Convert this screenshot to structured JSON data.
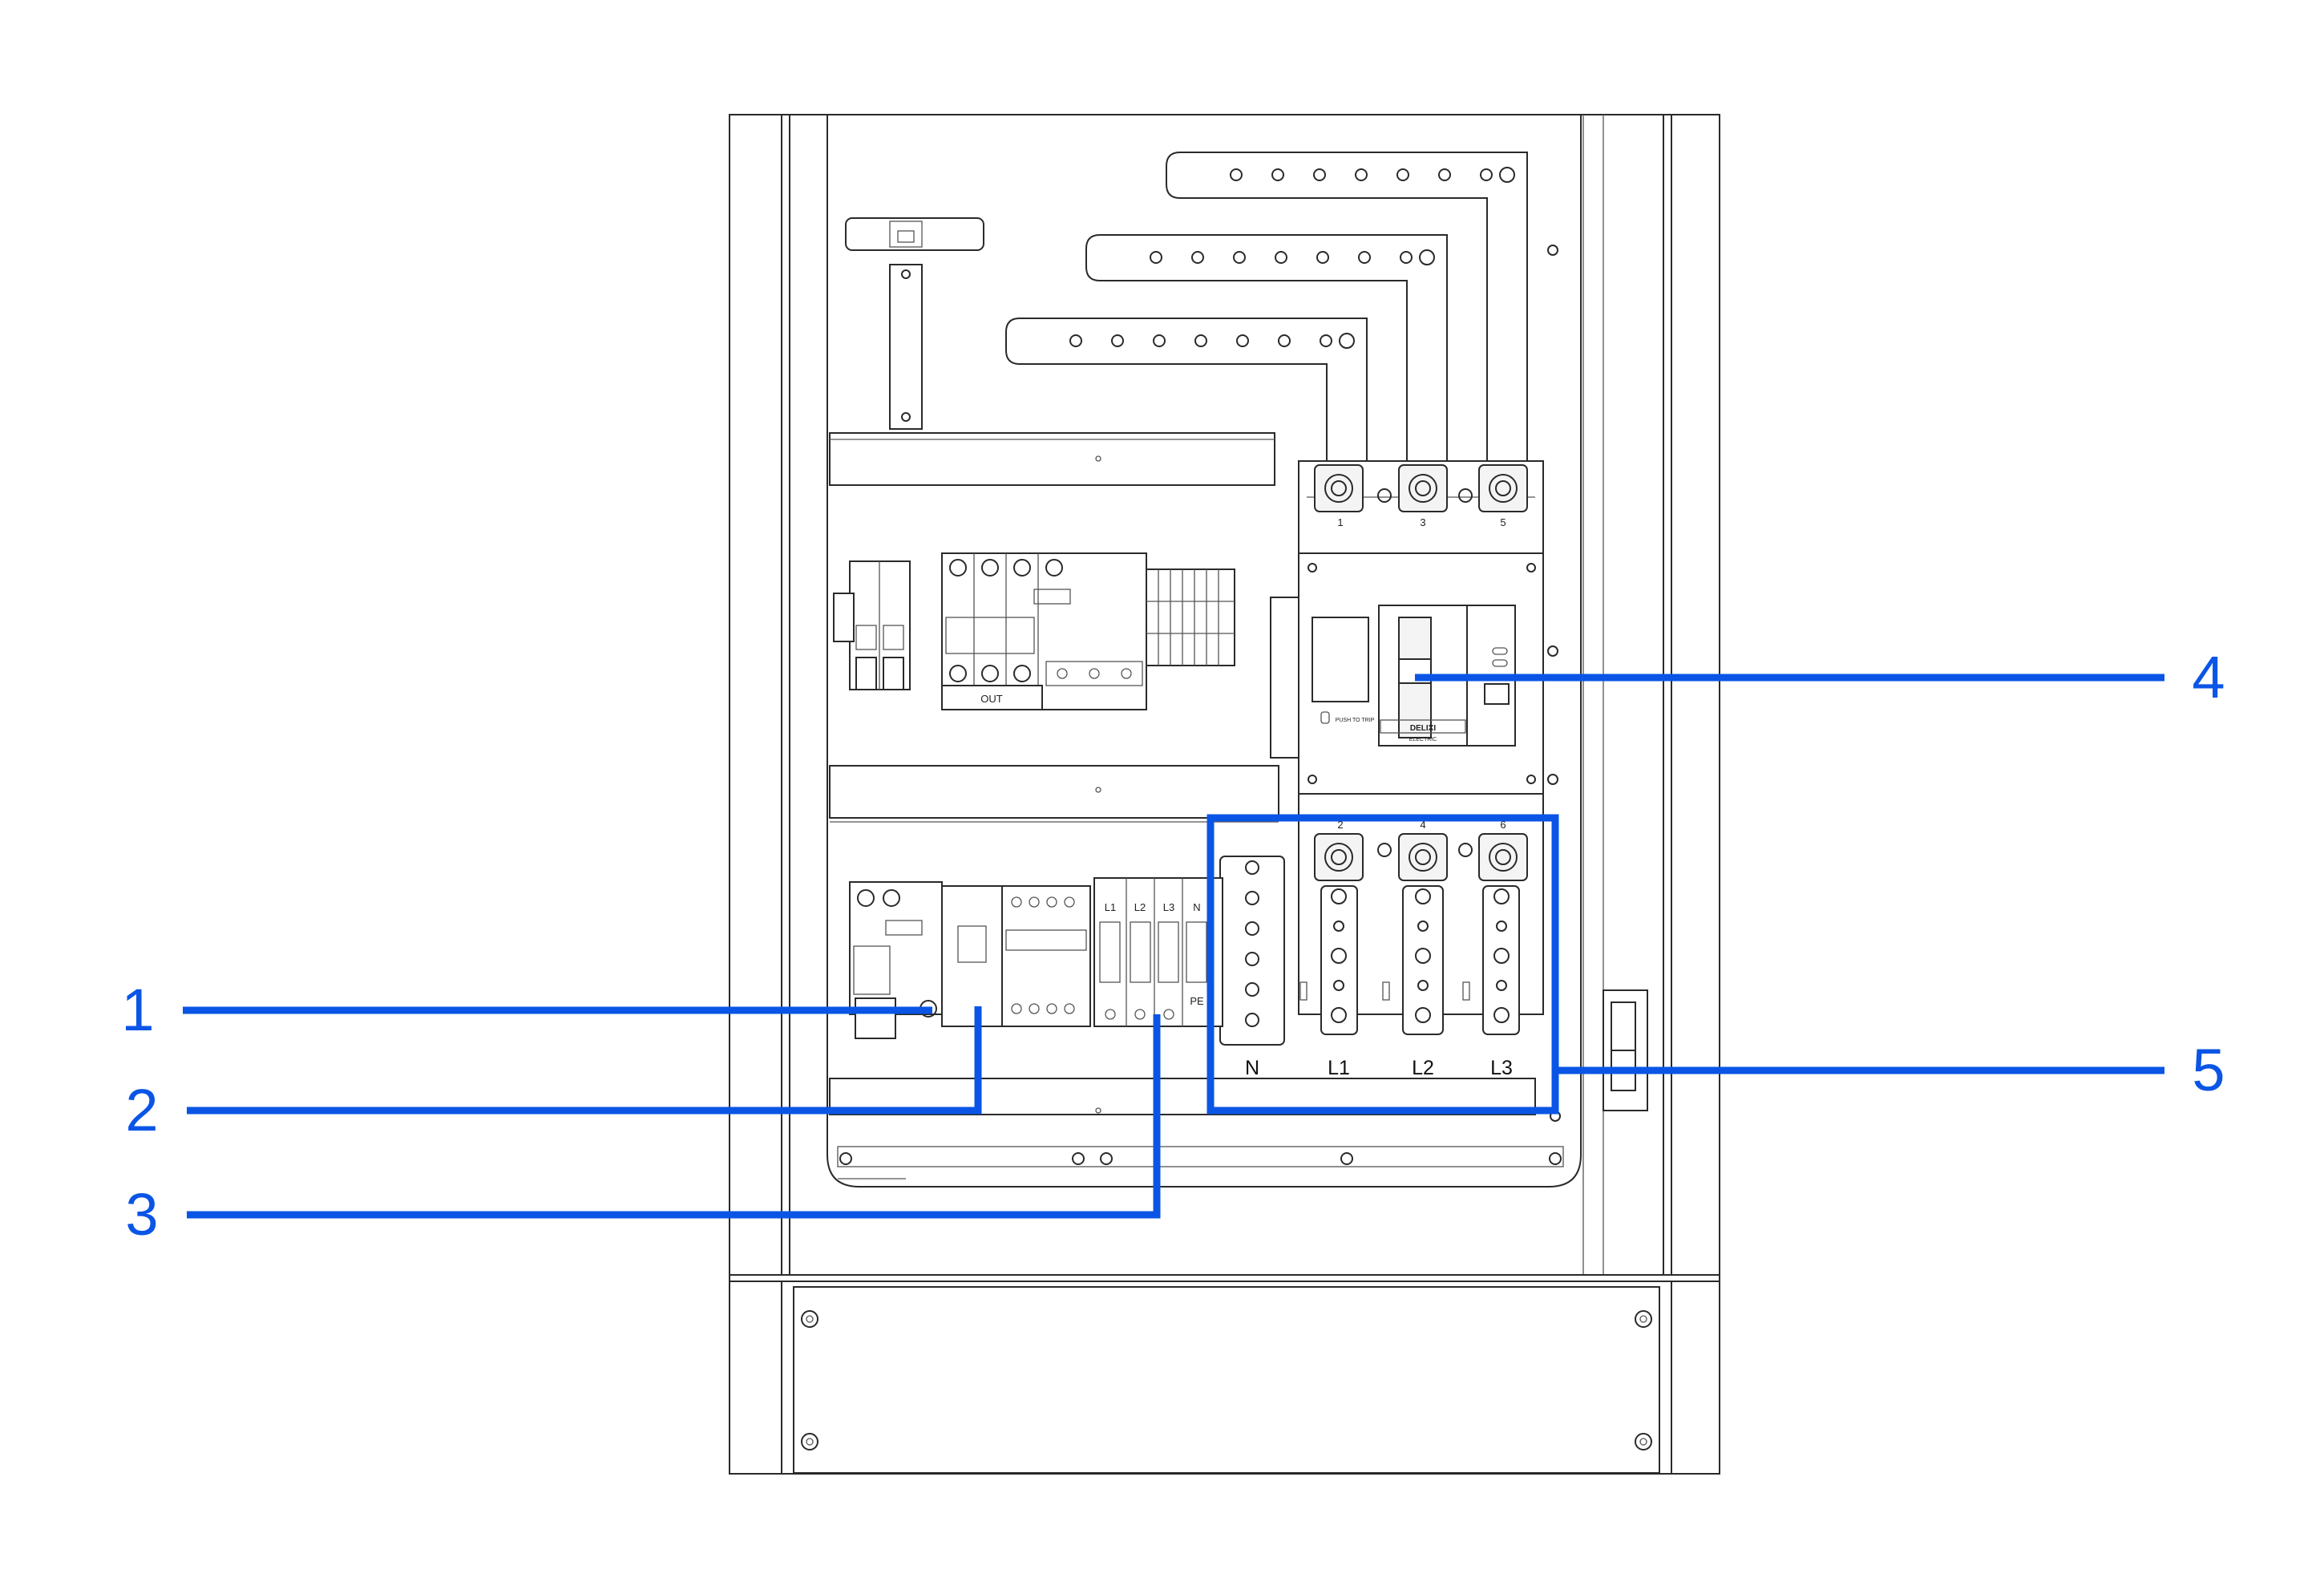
{
  "callouts": [
    {
      "number": "1"
    },
    {
      "number": "2"
    },
    {
      "number": "3"
    },
    {
      "number": "4"
    },
    {
      "number": "5"
    }
  ],
  "bus_labels": [
    "N",
    "L1",
    "L2",
    "L3"
  ],
  "breaker": {
    "top_terminals": [
      "1",
      "3",
      "5"
    ],
    "bottom_terminals": [
      "2",
      "4",
      "6"
    ],
    "push_to_trip": "PUSH TO TRIP",
    "brand": "DELIXI",
    "brand_sub": "ELECTRIC"
  },
  "spd_labels": [
    "L1",
    "L2",
    "L3",
    "N"
  ],
  "pe_label": "PE",
  "out_label": "OUT",
  "accent_color": "#0a55e6"
}
